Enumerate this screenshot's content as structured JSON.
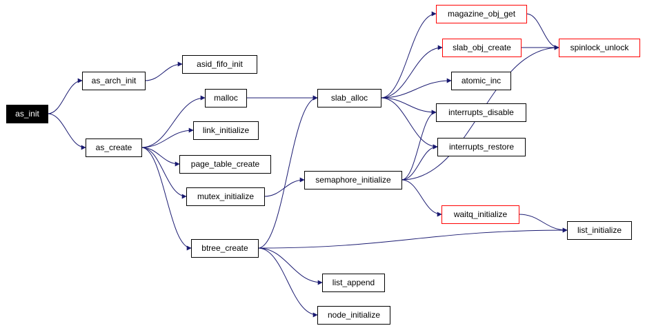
{
  "colors": {
    "edge": "#191970",
    "node_border_default": "#000000",
    "node_border_highlight": "#ff0000",
    "root_fill": "#000000",
    "root_text": "#ffffff",
    "node_fill": "#ffffff",
    "node_text": "#000000"
  },
  "nodes": {
    "as_init": {
      "label": "as_init",
      "style": "root"
    },
    "as_arch_init": {
      "label": "as_arch_init",
      "style": "default"
    },
    "asid_fifo_init": {
      "label": "asid_fifo_init",
      "style": "default"
    },
    "as_create": {
      "label": "as_create",
      "style": "default"
    },
    "malloc": {
      "label": "malloc",
      "style": "default"
    },
    "link_initialize": {
      "label": "link_initialize",
      "style": "default"
    },
    "page_table_create": {
      "label": "page_table_create",
      "style": "default"
    },
    "mutex_initialize": {
      "label": "mutex_initialize",
      "style": "default"
    },
    "btree_create": {
      "label": "btree_create",
      "style": "default"
    },
    "slab_alloc": {
      "label": "slab_alloc",
      "style": "default"
    },
    "semaphore_initialize": {
      "label": "semaphore_initialize",
      "style": "default"
    },
    "list_append": {
      "label": "list_append",
      "style": "default"
    },
    "node_initialize": {
      "label": "node_initialize",
      "style": "default"
    },
    "magazine_obj_get": {
      "label": "magazine_obj_get",
      "style": "highlight"
    },
    "slab_obj_create": {
      "label": "slab_obj_create",
      "style": "highlight"
    },
    "atomic_inc": {
      "label": "atomic_inc",
      "style": "default"
    },
    "interrupts_disable": {
      "label": "interrupts_disable",
      "style": "default"
    },
    "interrupts_restore": {
      "label": "interrupts_restore",
      "style": "default"
    },
    "waitq_initialize": {
      "label": "waitq_initialize",
      "style": "highlight"
    },
    "spinlock_unlock": {
      "label": "spinlock_unlock",
      "style": "highlight"
    },
    "list_initialize": {
      "label": "list_initialize",
      "style": "default"
    }
  },
  "edges": [
    [
      "as_init",
      "as_arch_init"
    ],
    [
      "as_init",
      "as_create"
    ],
    [
      "as_arch_init",
      "asid_fifo_init"
    ],
    [
      "as_create",
      "malloc"
    ],
    [
      "as_create",
      "link_initialize"
    ],
    [
      "as_create",
      "page_table_create"
    ],
    [
      "as_create",
      "mutex_initialize"
    ],
    [
      "as_create",
      "btree_create"
    ],
    [
      "malloc",
      "slab_alloc"
    ],
    [
      "mutex_initialize",
      "semaphore_initialize"
    ],
    [
      "btree_create",
      "slab_alloc"
    ],
    [
      "btree_create",
      "list_initialize"
    ],
    [
      "btree_create",
      "list_append"
    ],
    [
      "btree_create",
      "node_initialize"
    ],
    [
      "slab_alloc",
      "magazine_obj_get"
    ],
    [
      "slab_alloc",
      "slab_obj_create"
    ],
    [
      "slab_alloc",
      "atomic_inc"
    ],
    [
      "slab_alloc",
      "interrupts_disable"
    ],
    [
      "slab_alloc",
      "interrupts_restore"
    ],
    [
      "semaphore_initialize",
      "interrupts_disable"
    ],
    [
      "semaphore_initialize",
      "interrupts_restore"
    ],
    [
      "semaphore_initialize",
      "spinlock_unlock"
    ],
    [
      "semaphore_initialize",
      "waitq_initialize"
    ],
    [
      "magazine_obj_get",
      "spinlock_unlock"
    ],
    [
      "slab_obj_create",
      "spinlock_unlock"
    ],
    [
      "waitq_initialize",
      "list_initialize"
    ]
  ]
}
